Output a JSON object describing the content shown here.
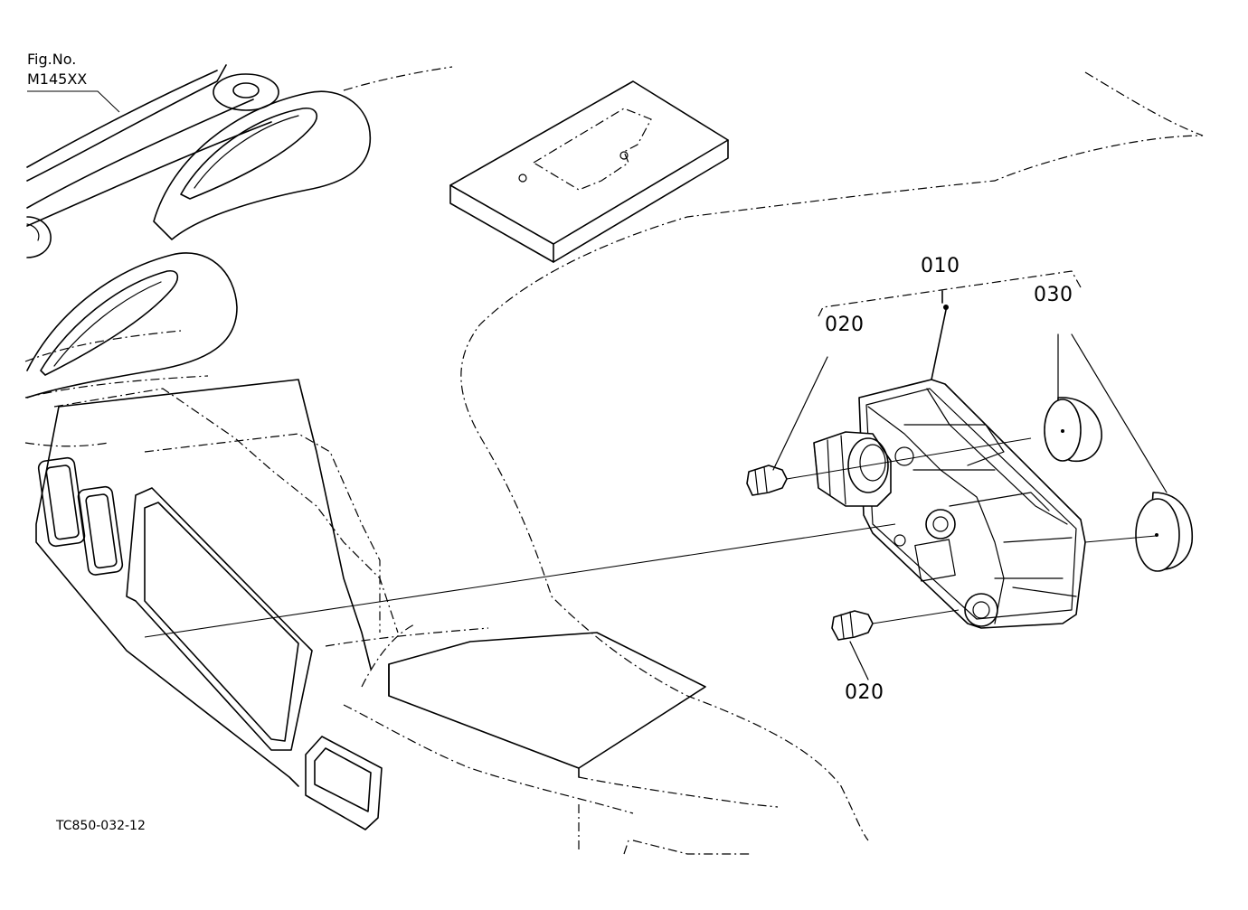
{
  "figure": {
    "fig_label": "Fig.No.",
    "fig_number": "M145XX",
    "drawing_code": "TC850-032-12"
  },
  "callouts": {
    "assembly": "010",
    "bulb_upper": "020",
    "bulb_lower": "020",
    "cover": "030"
  }
}
